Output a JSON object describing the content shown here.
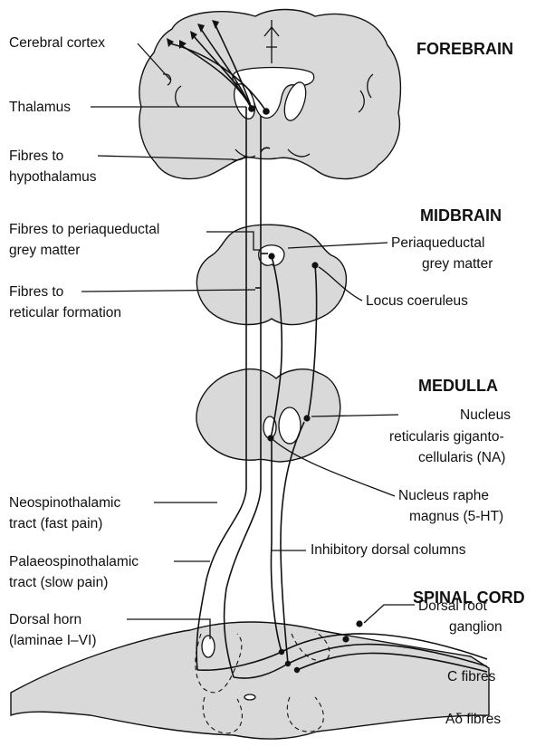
{
  "headers": {
    "forebrain": "FOREBRAIN",
    "midbrain": "MIDBRAIN",
    "medulla": "MEDULLA",
    "spinal_cord": "SPINAL CORD"
  },
  "labels": {
    "cerebral_cortex": "Cerebral cortex",
    "thalamus": "Thalamus",
    "fibres_hypo_1": "Fibres to",
    "fibres_hypo_2": "hypothalamus",
    "fibres_pag_1": "Fibres to periaqueductal",
    "fibres_pag_2": "grey matter",
    "fibres_ret_1": "Fibres to",
    "fibres_ret_2": "reticular formation",
    "pag_1": "Periaqueductal",
    "pag_2": "grey matter",
    "locus_coeruleus": "Locus coeruleus",
    "nrg_1": "Nucleus",
    "nrg_2": "reticularis giganto-",
    "nrg_3": "cellularis (NA)",
    "nrm_1": "Nucleus raphe",
    "nrm_2": "magnus (5-HT)",
    "neo_1": "Neospinothalamic",
    "neo_2": "tract (fast pain)",
    "inhibitory": "Inhibitory dorsal columns",
    "palaeo_1": "Palaeospinothalamic",
    "palaeo_2": "tract (slow pain)",
    "dorsal_horn_1": "Dorsal horn",
    "dorsal_horn_2": "(laminae I–VI)",
    "drg_1": "Dorsal root",
    "drg_2": "ganglion",
    "c_fibres": "C fibres",
    "adelta": "Aδ fibres"
  }
}
